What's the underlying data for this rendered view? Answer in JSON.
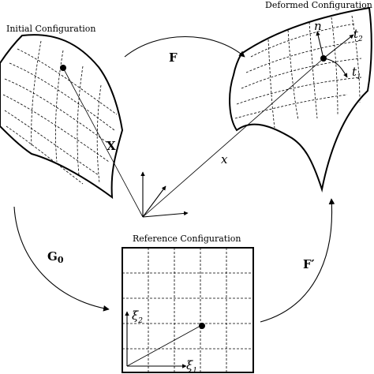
{
  "diagram": {
    "initial_title": "Initial Configuration",
    "deformed_title": "Deformed Configuration",
    "reference_title": "Reference Configuration",
    "map_F": "F",
    "map_G0": "G",
    "map_G0_sub": "0",
    "map_Fprime": "F′",
    "vec_X": "X",
    "vec_x": "x",
    "normal_n": "n",
    "tangent_t1": "t",
    "tangent_t1_sub": "1",
    "tangent_t2": "t",
    "tangent_t2_sub": "2",
    "xi1": "ξ",
    "xi1_sub": "1",
    "xi2": "ξ",
    "xi2_sub": "2"
  }
}
